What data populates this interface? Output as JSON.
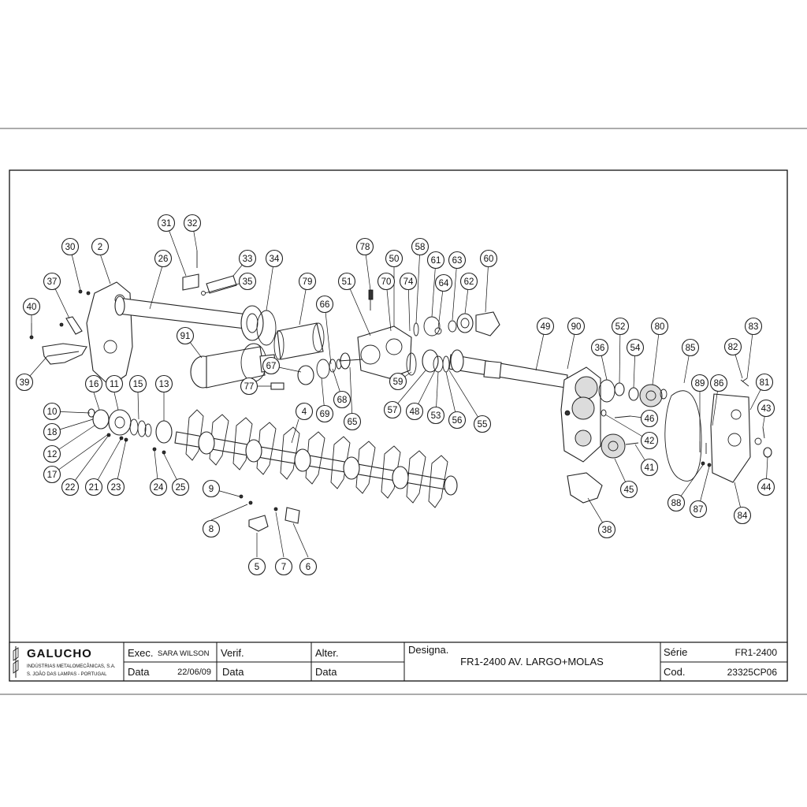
{
  "title_block": {
    "logo": "GALUCHO",
    "company_line1": "INDÚSTRIAS METALOMECÂNICAS, S.A.",
    "company_line2": "S. JOÃO DAS LAMPAS - PORTUGAL",
    "exec_label": "Exec.",
    "exec_value": "SARA WILSON",
    "data_label_1": "Data",
    "data_value_1": "22/06/09",
    "verif_label": "Verif.",
    "data_label_2": "Data",
    "alter_label": "Alter.",
    "data_label_3": "Data",
    "designa_label": "Designa.",
    "designa_value": "FR1-2400 AV. LARGO+MOLAS",
    "serie_label": "Série",
    "serie_value": "FR1-2400",
    "cod_label": "Cod.",
    "cod_value": "23325CP06"
  },
  "callouts": [
    "2",
    "4",
    "5",
    "6",
    "7",
    "8",
    "9",
    "10",
    "11",
    "12",
    "13",
    "15",
    "16",
    "17",
    "18",
    "21",
    "22",
    "23",
    "24",
    "25",
    "26",
    "30",
    "31",
    "32",
    "33",
    "34",
    "35",
    "36",
    "37",
    "38",
    "39",
    "40",
    "41",
    "42",
    "43",
    "44",
    "45",
    "46",
    "48",
    "49",
    "50",
    "51",
    "52",
    "53",
    "54",
    "55",
    "56",
    "57",
    "58",
    "59",
    "60",
    "61",
    "62",
    "63",
    "64",
    "65",
    "66",
    "67",
    "68",
    "69",
    "70",
    "74",
    "77",
    "78",
    "79",
    "80",
    "81",
    "82",
    "83",
    "84",
    "85",
    "86",
    "87",
    "88",
    "89",
    "90",
    "91"
  ]
}
